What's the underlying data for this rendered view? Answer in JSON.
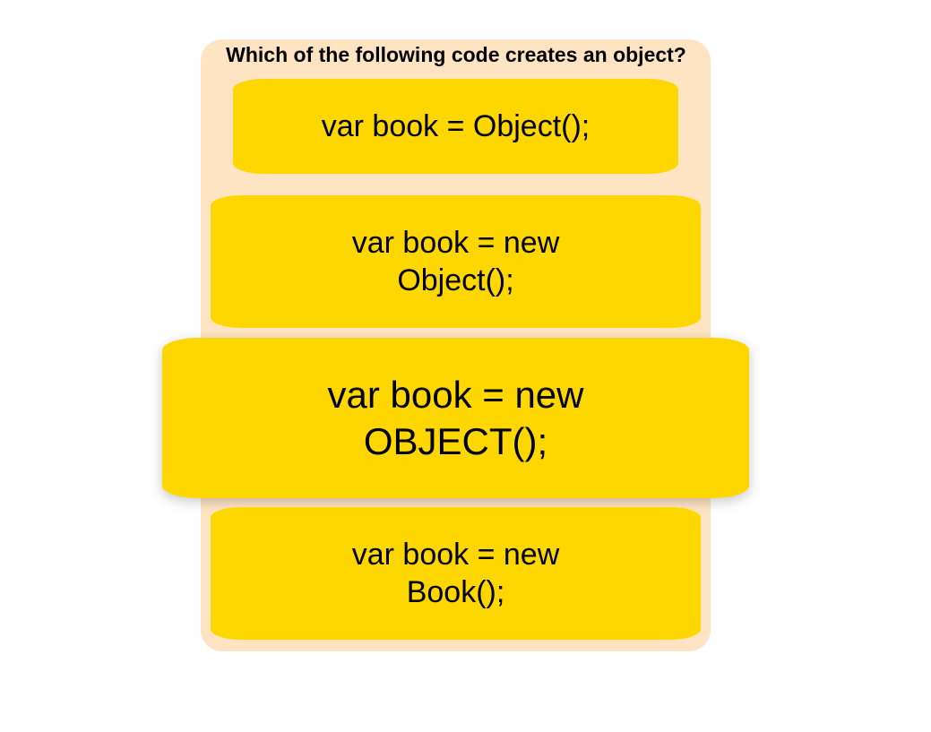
{
  "quiz": {
    "question": "Which of the following code creates an object?",
    "options": [
      {
        "label": "var book = Object();"
      },
      {
        "label": "var book = new Object();"
      },
      {
        "label": "var book = new OBJECT();",
        "state": "hovered"
      },
      {
        "label": "var book = new Book();"
      }
    ]
  },
  "colors": {
    "panel_background": "#ffe4c4",
    "option_background": "#ffd700",
    "text": "#000000"
  }
}
